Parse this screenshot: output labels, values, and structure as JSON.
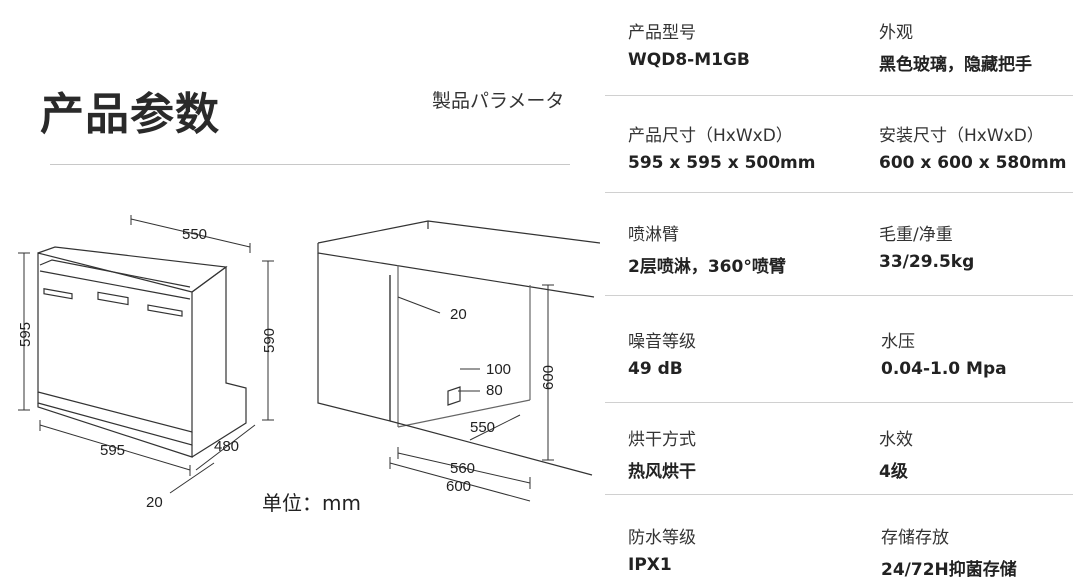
{
  "title": {
    "zh": "产品参数",
    "jp": "製品パラメータ"
  },
  "unit_text": "单位：mm",
  "dimensions": {
    "front": {
      "width": "550",
      "height_outer": "595",
      "height_inner": "590",
      "base_width": "595",
      "depth": "480",
      "door_gap": "20"
    },
    "install": {
      "gap_top": "20",
      "pipe_h1": "100",
      "pipe_h2": "80",
      "inner_depth": "550",
      "inner_width": "560",
      "outer_width": "600",
      "height": "600"
    }
  },
  "specs": [
    {
      "left": {
        "label": "产品型号",
        "value": "WQD8-M1GB"
      },
      "right": {
        "label": "外观",
        "value": "黑色玻璃，隐藏把手"
      }
    },
    {
      "left": {
        "label": "产品尺寸（HxWxD）",
        "value": "595 x 595 x 500mm"
      },
      "right": {
        "label": "安装尺寸（HxWxD）",
        "value": "600 x 600 x 580mm"
      }
    },
    {
      "left": {
        "label": "喷淋臂",
        "value": "2层喷淋，360°喷臂"
      },
      "right": {
        "label": "毛重/净重",
        "value": "33/29.5kg"
      }
    },
    {
      "left": {
        "label": "噪音等级",
        "value": "49 dB"
      },
      "right": {
        "label": "水压",
        "value": "0.04-1.0 Mpa"
      }
    },
    {
      "left": {
        "label": "烘干方式",
        "value": "热风烘干"
      },
      "right": {
        "label": "水效",
        "value": "4级"
      }
    },
    {
      "left": {
        "label": "防水等级",
        "value": "IPX1"
      },
      "right": {
        "label": "存储存放",
        "value": "24/72H抑菌存储"
      }
    }
  ]
}
